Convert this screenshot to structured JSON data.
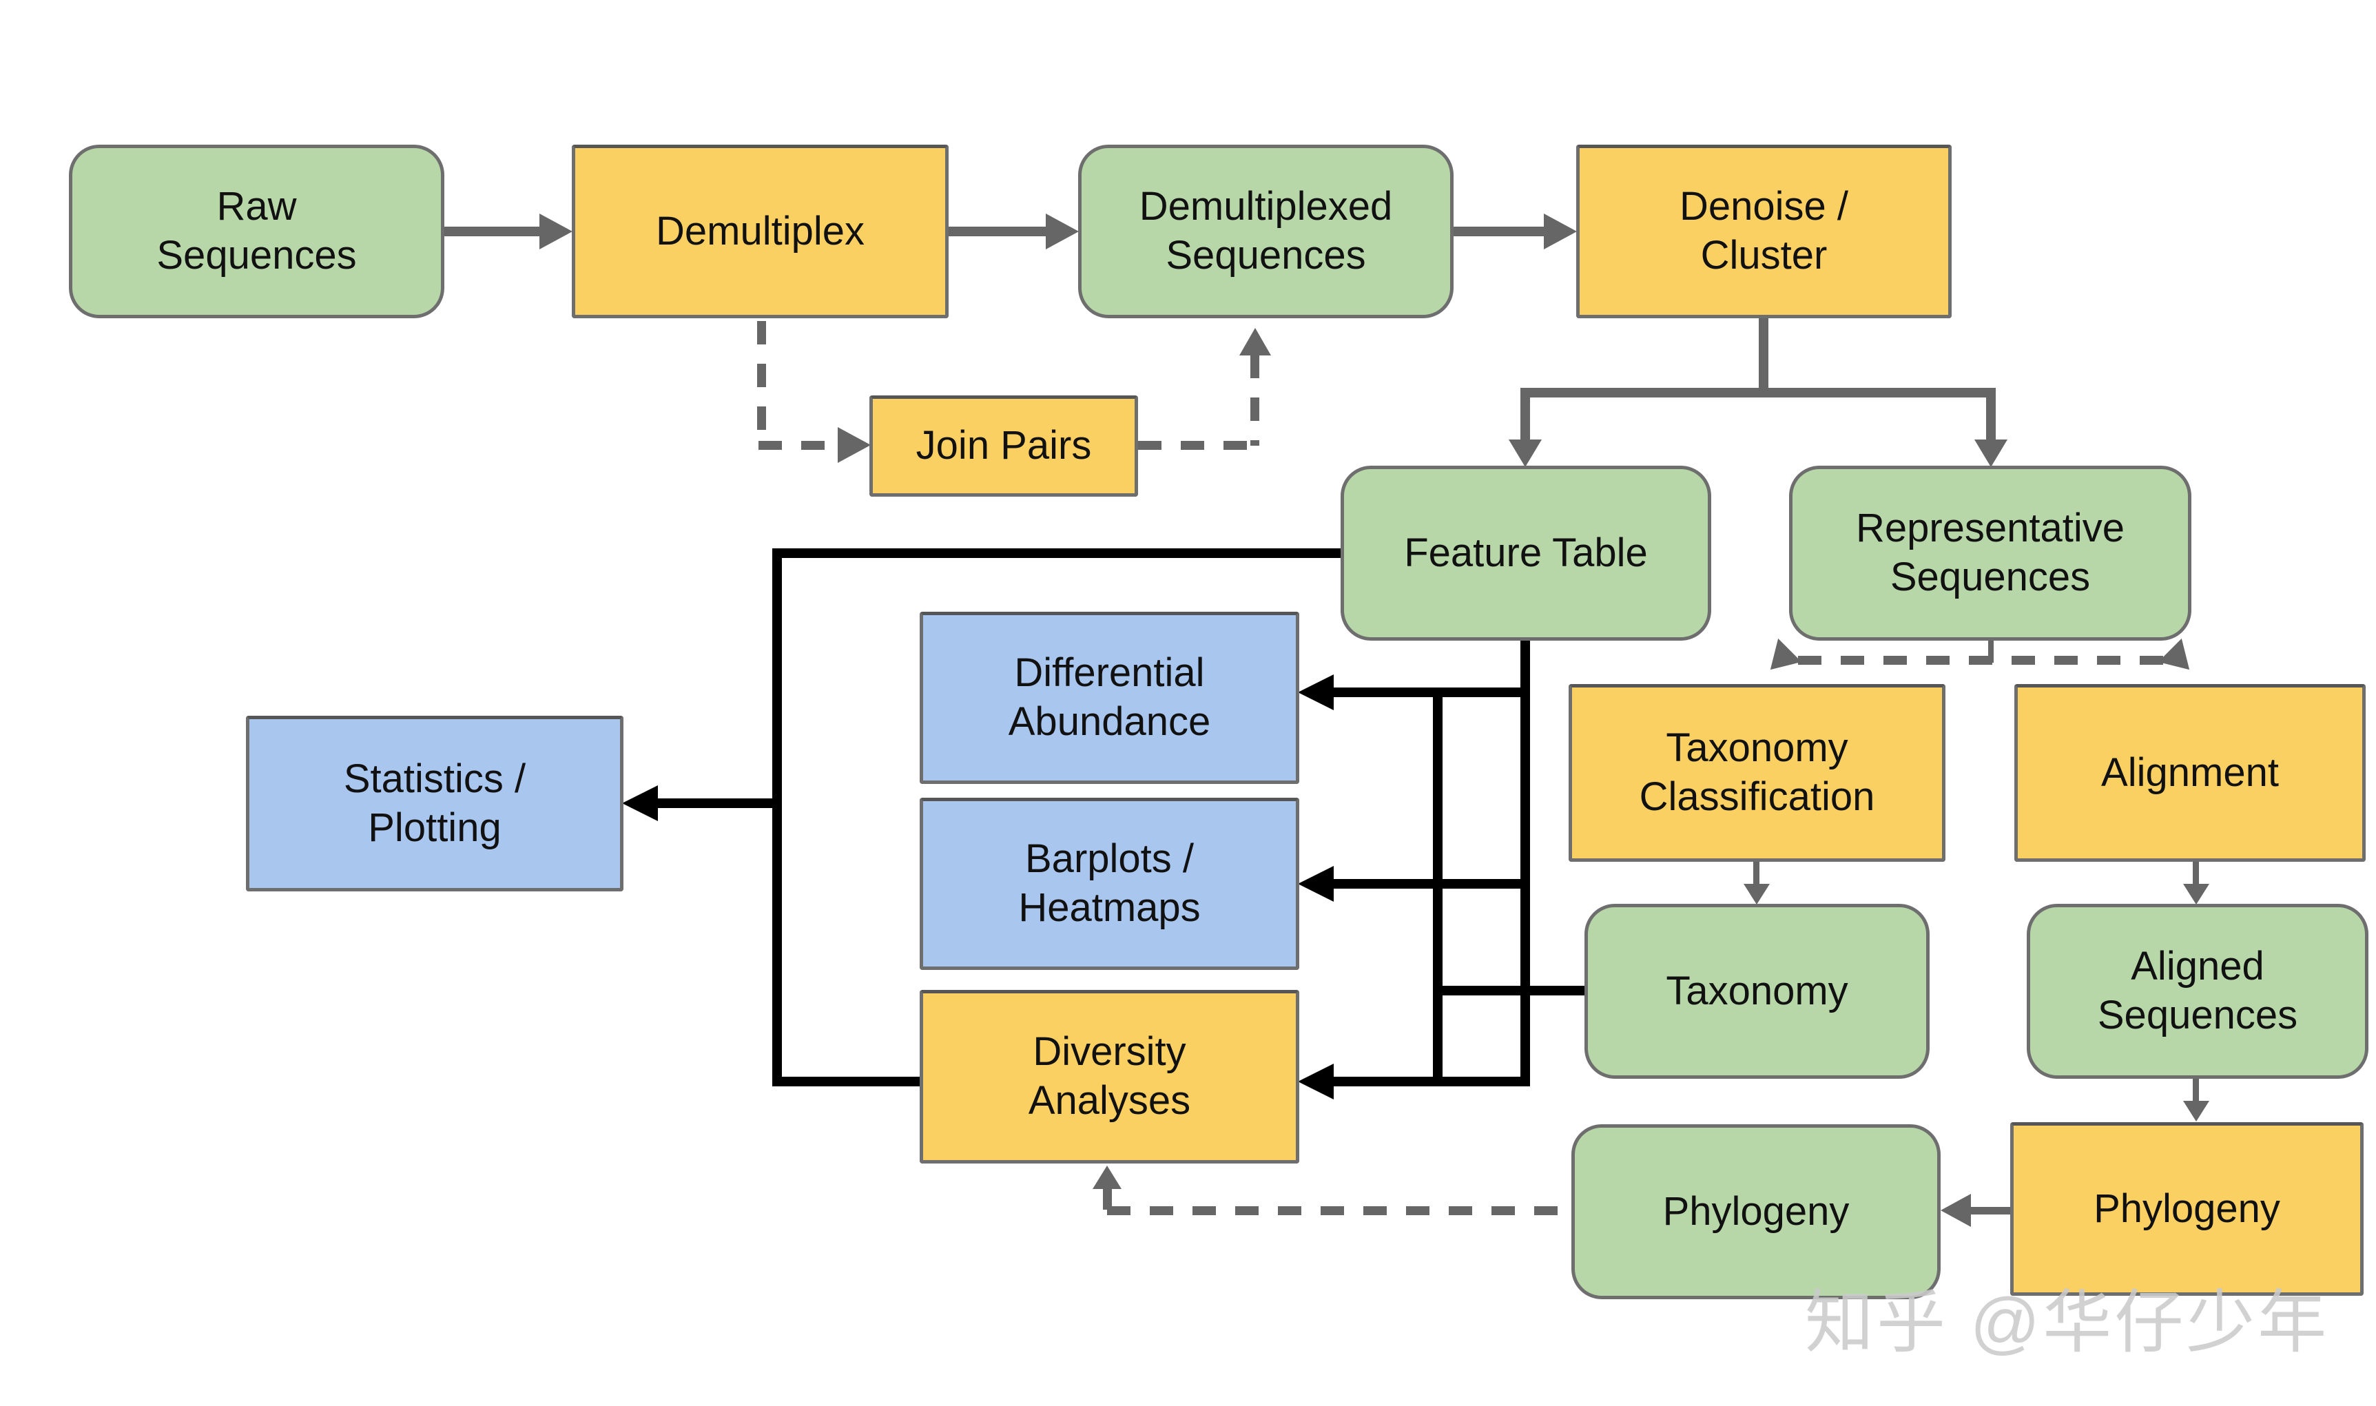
{
  "diagram": {
    "kind": "flowchart",
    "background": "#ffffff"
  },
  "colors": {
    "artifact_green": "#b7d7a9",
    "action_yellow": "#fbd063",
    "visualization_blue": "#a9c6ef",
    "box_border": "#6e6e6e",
    "flow_gray": "#666666",
    "link_black": "#000000",
    "watermark_gray": "#cbcbcb"
  },
  "nodes": {
    "raw_sequences": {
      "label": "Raw\nSequences",
      "color": "green"
    },
    "demultiplex": {
      "label": "Demultiplex",
      "color": "yellow"
    },
    "demultiplexed_sequences": {
      "label": "Demultiplexed\nSequences",
      "color": "green"
    },
    "denoise_cluster": {
      "label": "Denoise /\nCluster",
      "color": "yellow"
    },
    "join_pairs": {
      "label": "Join Pairs",
      "color": "yellow"
    },
    "feature_table": {
      "label": "Feature Table",
      "color": "green"
    },
    "representative_sequences": {
      "label": "Representative\nSequences",
      "color": "green"
    },
    "differential_abundance": {
      "label": "Differential\nAbundance",
      "color": "blue"
    },
    "barplots_heatmaps": {
      "label": "Barplots /\nHeatmaps",
      "color": "blue"
    },
    "diversity_analyses": {
      "label": "Diversity\nAnalyses",
      "color": "yellow"
    },
    "statistics_plotting": {
      "label": "Statistics /\nPlotting",
      "color": "blue"
    },
    "taxonomy_classification": {
      "label": "Taxonomy\nClassification",
      "color": "yellow"
    },
    "alignment": {
      "label": "Alignment",
      "color": "yellow"
    },
    "taxonomy": {
      "label": "Taxonomy",
      "color": "green"
    },
    "aligned_sequences": {
      "label": "Aligned\nSequences",
      "color": "green"
    },
    "phylogeny_result": {
      "label": "Phylogeny",
      "color": "green"
    },
    "phylogeny_action": {
      "label": "Phylogeny",
      "color": "yellow"
    }
  },
  "edges": [
    {
      "from": "raw_sequences",
      "to": "demultiplex",
      "style": "solid-gray-arrow"
    },
    {
      "from": "demultiplex",
      "to": "demultiplexed_sequences",
      "style": "solid-gray-arrow"
    },
    {
      "from": "demultiplexed_sequences",
      "to": "denoise_cluster",
      "style": "solid-gray-arrow"
    },
    {
      "from": "demultiplex",
      "to": "join_pairs",
      "style": "dashed-gray-arrow"
    },
    {
      "from": "join_pairs",
      "to": "demultiplexed_sequences",
      "style": "dashed-gray-arrow"
    },
    {
      "from": "denoise_cluster",
      "to": "feature_table",
      "style": "solid-gray-arrow"
    },
    {
      "from": "denoise_cluster",
      "to": "representative_sequences",
      "style": "solid-gray-arrow"
    },
    {
      "from": "representative_sequences",
      "to": "taxonomy_classification",
      "style": "dashed-gray-arrow"
    },
    {
      "from": "representative_sequences",
      "to": "alignment",
      "style": "dashed-gray-arrow"
    },
    {
      "from": "taxonomy_classification",
      "to": "taxonomy",
      "style": "solid-gray-arrow"
    },
    {
      "from": "alignment",
      "to": "aligned_sequences",
      "style": "solid-gray-arrow"
    },
    {
      "from": "aligned_sequences",
      "to": "phylogeny_action",
      "style": "solid-gray-arrow"
    },
    {
      "from": "phylogeny_action",
      "to": "phylogeny_result",
      "style": "solid-gray-arrow"
    },
    {
      "from": "phylogeny_result",
      "to": "diversity_analyses",
      "style": "dashed-gray-arrow"
    },
    {
      "from": "feature_table",
      "to": "differential_abundance",
      "style": "solid-black-arrow"
    },
    {
      "from": "feature_table",
      "to": "barplots_heatmaps",
      "style": "solid-black-arrow"
    },
    {
      "from": "feature_table",
      "to": "diversity_analyses",
      "style": "solid-black-arrow"
    },
    {
      "from": "taxonomy",
      "to": "barplots_heatmaps",
      "style": "solid-black-line"
    },
    {
      "from": "feature_table",
      "to": "statistics_plotting",
      "style": "solid-black-arrow"
    }
  ],
  "watermark": {
    "text": "知乎 @华仔少年"
  }
}
